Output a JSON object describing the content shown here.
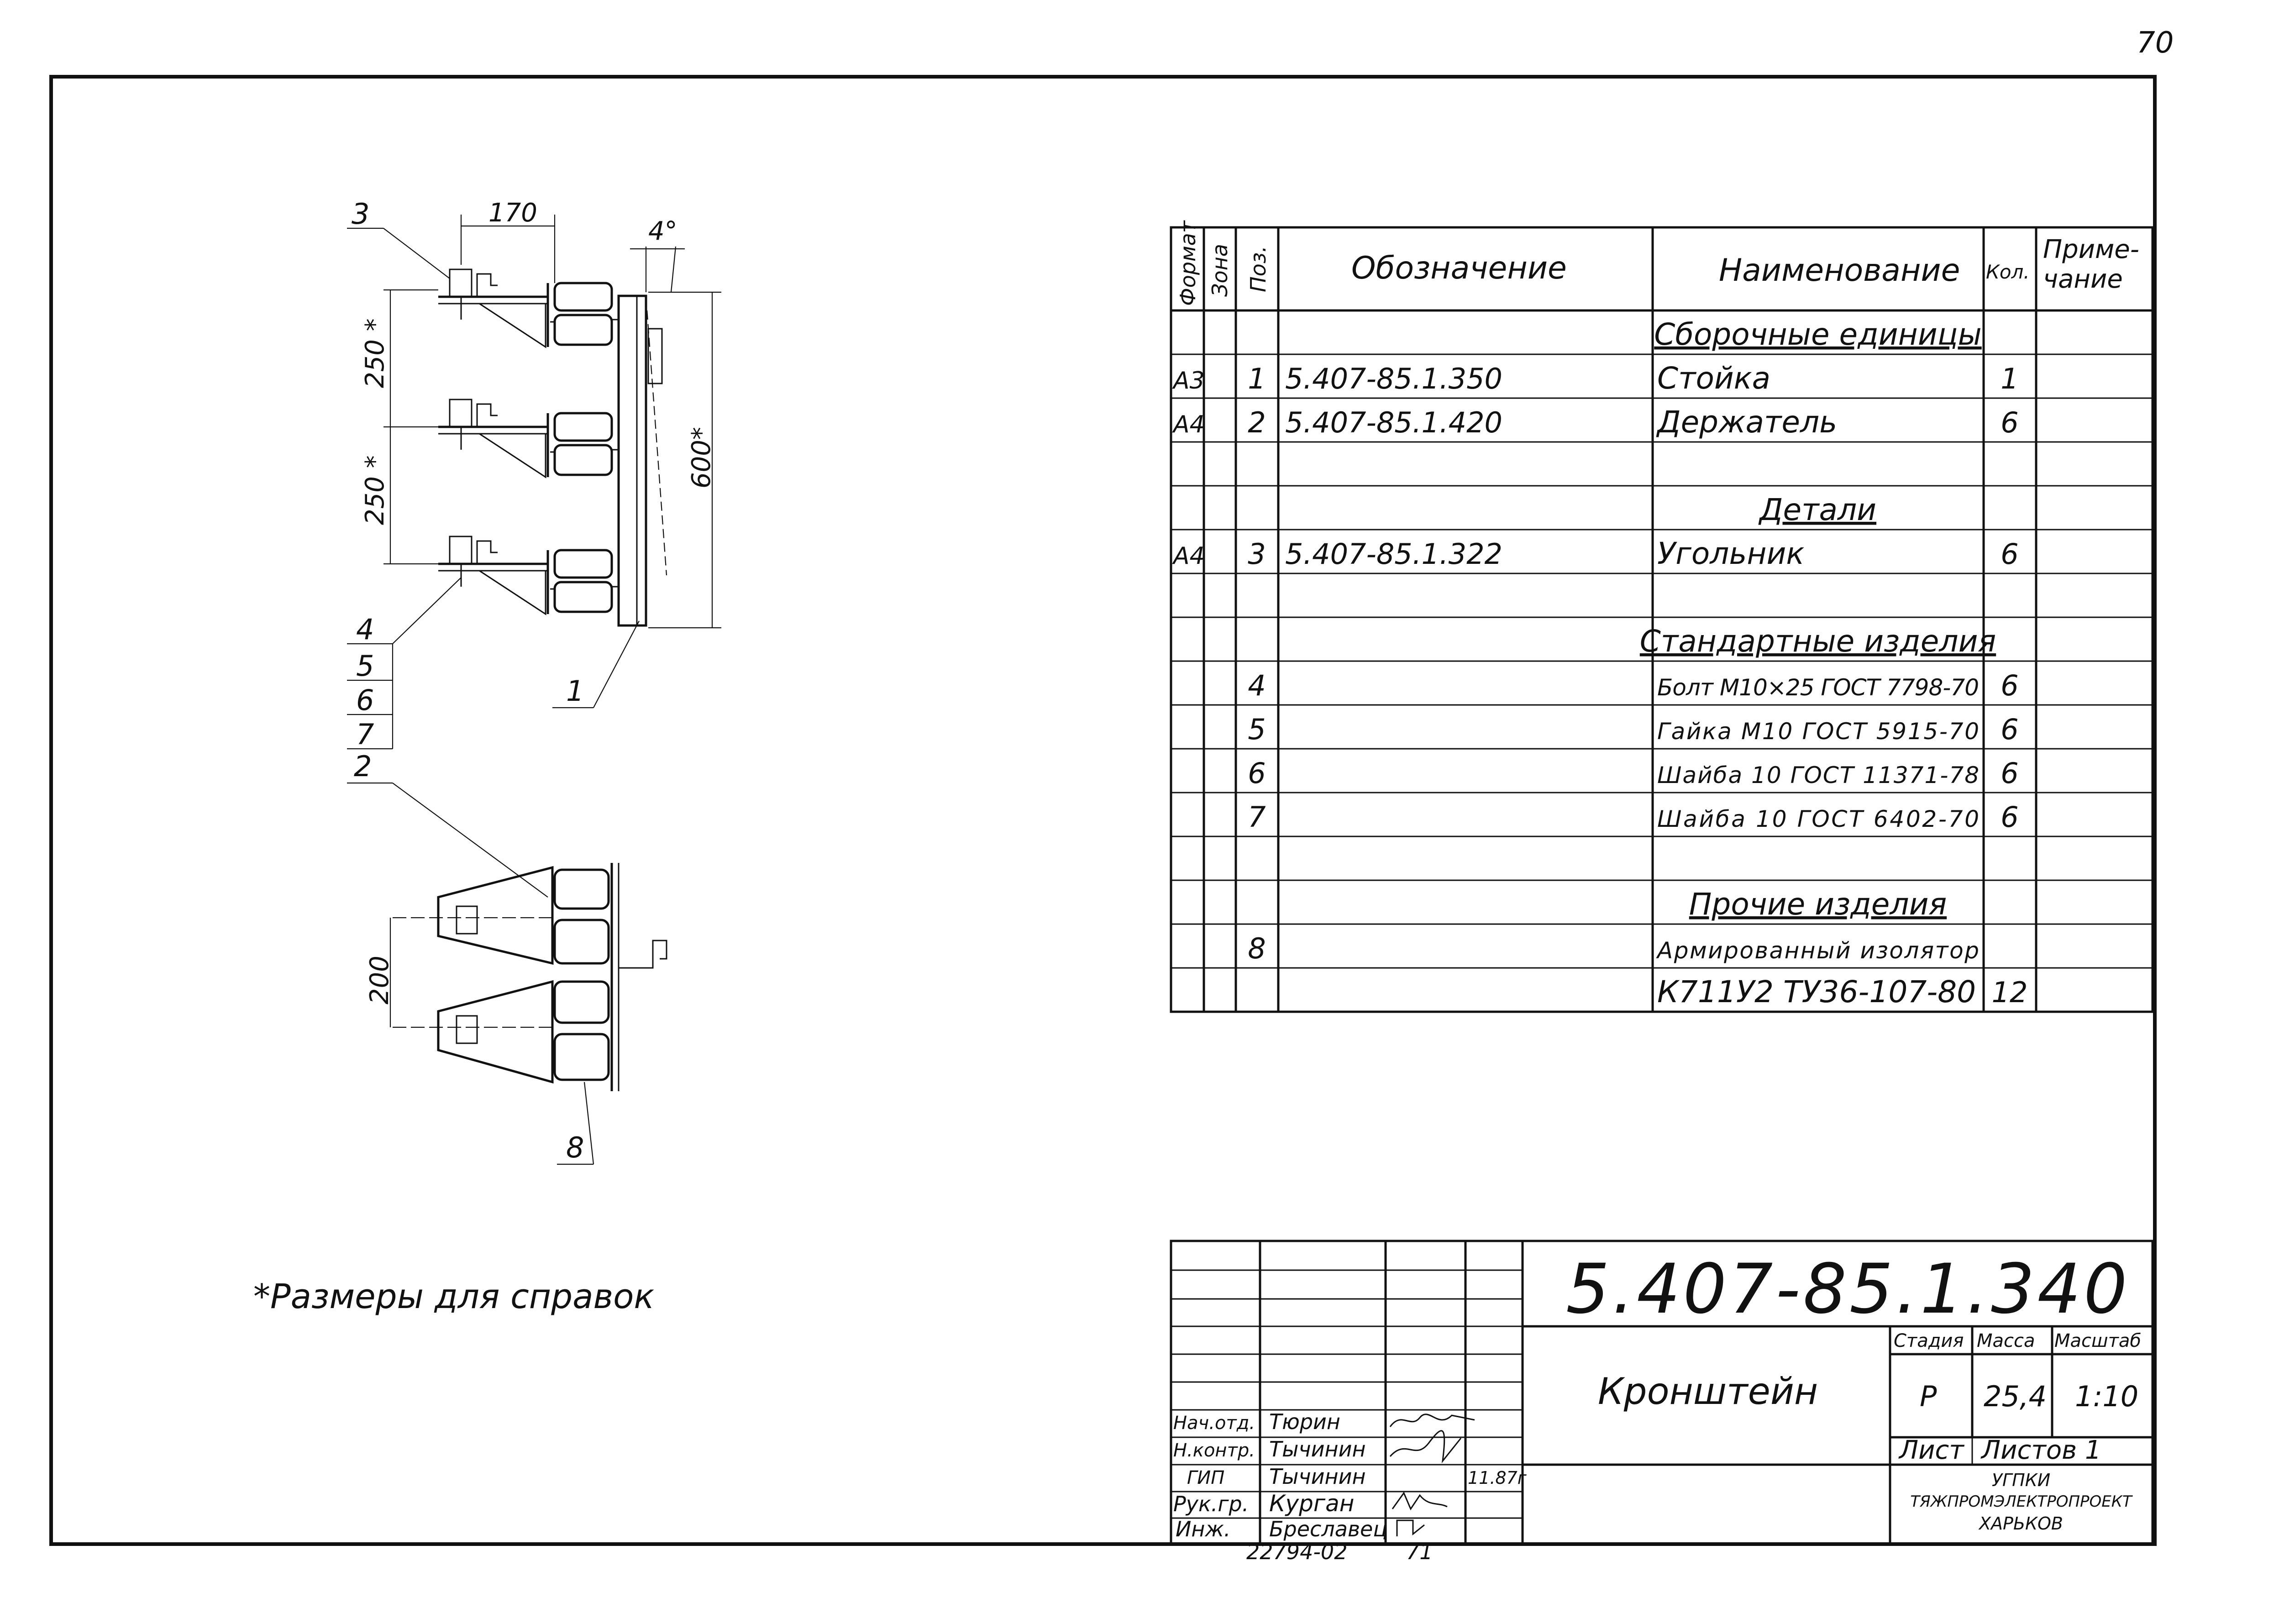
{
  "page_number": "70",
  "drawing": {
    "callouts": [
      "3",
      "4",
      "5",
      "6",
      "7",
      "2",
      "1",
      "8"
    ],
    "dimensions": {
      "width_top": "170",
      "angle": "4°",
      "pitch_1": "250 *",
      "pitch_2": "250 *",
      "overall_height": "600*",
      "plan_pitch": "200"
    }
  },
  "footnote": "*Размеры для справок",
  "spec_table": {
    "headers": {
      "format": "Формат",
      "zone": "Зона",
      "pos": "Поз.",
      "designation": "Обозначение",
      "name": "Наименование",
      "qty": "Кол.",
      "note_line1": "Приме-",
      "note_line2": "чание"
    },
    "rows": [
      {
        "format": "",
        "pos": "",
        "designation": "",
        "name": "Сборочные единицы",
        "qty": "",
        "section": true
      },
      {
        "format": "А3",
        "pos": "1",
        "designation": "5.407-85.1.350",
        "name": "Стойка",
        "qty": "1",
        "section": false
      },
      {
        "format": "А4",
        "pos": "2",
        "designation": "5.407-85.1.420",
        "name": "Держатель",
        "qty": "6",
        "section": false
      },
      {
        "format": "",
        "pos": "",
        "designation": "",
        "name": "",
        "qty": "",
        "section": false
      },
      {
        "format": "",
        "pos": "",
        "designation": "",
        "name": "Детали",
        "qty": "",
        "section": true
      },
      {
        "format": "А4",
        "pos": "3",
        "designation": "5.407-85.1.322",
        "name": "Угольник",
        "qty": "6",
        "section": false
      },
      {
        "format": "",
        "pos": "",
        "designation": "",
        "name": "",
        "qty": "",
        "section": false
      },
      {
        "format": "",
        "pos": "",
        "designation": "",
        "name": "Стандартные изделия",
        "qty": "",
        "section": true
      },
      {
        "format": "",
        "pos": "4",
        "designation": "",
        "name": "Болт М10×25 ГОСТ 7798-70",
        "qty": "6",
        "section": false
      },
      {
        "format": "",
        "pos": "5",
        "designation": "",
        "name": "Гайка М10 ГОСТ 5915-70",
        "qty": "6",
        "section": false
      },
      {
        "format": "",
        "pos": "6",
        "designation": "",
        "name": "Шайба 10 ГОСТ 11371-78",
        "qty": "6",
        "section": false
      },
      {
        "format": "",
        "pos": "7",
        "designation": "",
        "name": "Шайба 10 ГОСТ 6402-70",
        "qty": "6",
        "section": false
      },
      {
        "format": "",
        "pos": "",
        "designation": "",
        "name": "",
        "qty": "",
        "section": false
      },
      {
        "format": "",
        "pos": "",
        "designation": "",
        "name": "Прочие изделия",
        "qty": "",
        "section": true
      },
      {
        "format": "",
        "pos": "8",
        "designation": "",
        "name": "Армированный изолятор",
        "qty": "",
        "section": false
      },
      {
        "format": "",
        "pos": "",
        "designation": "",
        "name": "К711У2 ТУ36-107-80",
        "qty": "12",
        "section": false
      }
    ]
  },
  "title_block": {
    "document_code": "5.407-85.1.340",
    "title": "Кронштейн",
    "stage_label": "Стадия",
    "mass_label": "Масса",
    "scale_label": "Масштаб",
    "stage": "Р",
    "mass": "25,4",
    "scale": "1:10",
    "sheet_label": "Лист",
    "sheets_label": "Листов 1",
    "org_line1": "УГПКИ",
    "org_line2": "ТЯЖПРОМЭЛЕКТРОПРОЕКТ",
    "org_line3": "ХАРЬКОВ",
    "signers": [
      {
        "role": "Нач.отд.",
        "name": "Тюрин",
        "date": ""
      },
      {
        "role": "Н.контр.",
        "name": "Тычинин",
        "date": ""
      },
      {
        "role": "ГИП",
        "name": "Тычинин",
        "date": "11.87г"
      },
      {
        "role": "Рук.гр.",
        "name": "Курган",
        "date": ""
      },
      {
        "role": "Инж.",
        "name": "Бреславец",
        "date": ""
      }
    ],
    "archive_number": "22794-02",
    "archive_suffix": "71"
  }
}
